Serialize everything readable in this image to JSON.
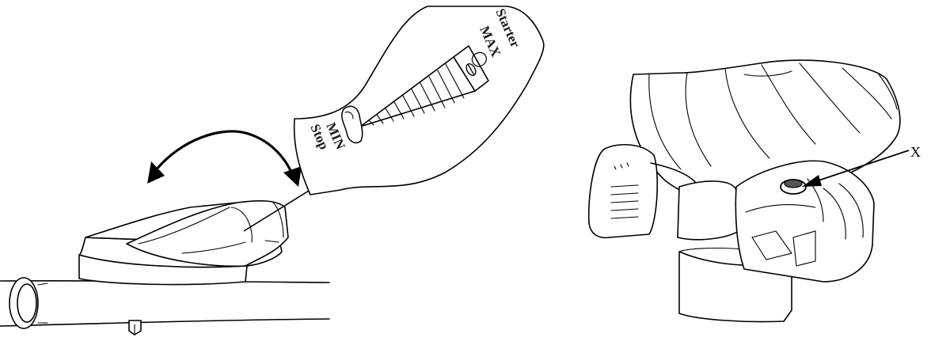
{
  "throttle_decal": {
    "starter_label": "Starter",
    "max_label": "MAX",
    "min_label": "MIN",
    "stop_label": "Stop"
  },
  "engine_callout": {
    "label": "X"
  },
  "colors": {
    "ink": "#000000",
    "paper": "#ffffff"
  },
  "icons": [
    "choke-flap-icon",
    "hare-icon",
    "tortoise-icon",
    "double-arrow-icon",
    "arrow-icon"
  ]
}
